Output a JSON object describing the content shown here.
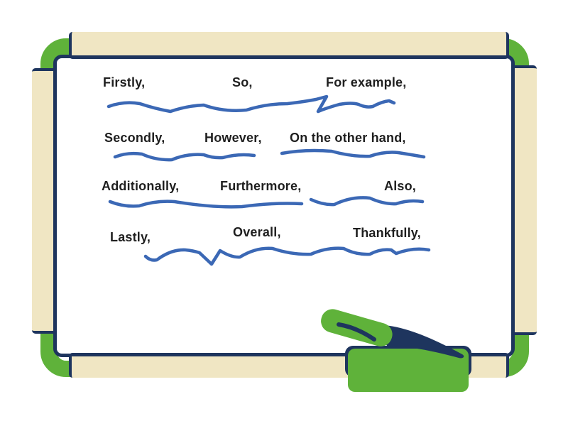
{
  "board": {
    "rows": [
      {
        "words": [
          "Firstly,",
          "So,",
          "For example,"
        ]
      },
      {
        "words": [
          "Secondly,",
          "However,",
          "On the other hand,"
        ]
      },
      {
        "words": [
          "Additionally,",
          "Furthermore,",
          "Also,"
        ]
      },
      {
        "words": [
          "Lastly,",
          "Overall,",
          "Thankfully,"
        ]
      }
    ]
  },
  "icons": {
    "marker": "green-whiteboard-marker-icon",
    "tray": "marker-tray-icon",
    "underlines": "blue-marker-underline-strokes"
  },
  "colors": {
    "frame_green": "#5FB23A",
    "frame_cream": "#F0E6C3",
    "outline_navy": "#1E355E",
    "ink_blue": "#3B68B5",
    "text_black": "#1F1F1F",
    "board_white": "#FFFFFF"
  }
}
